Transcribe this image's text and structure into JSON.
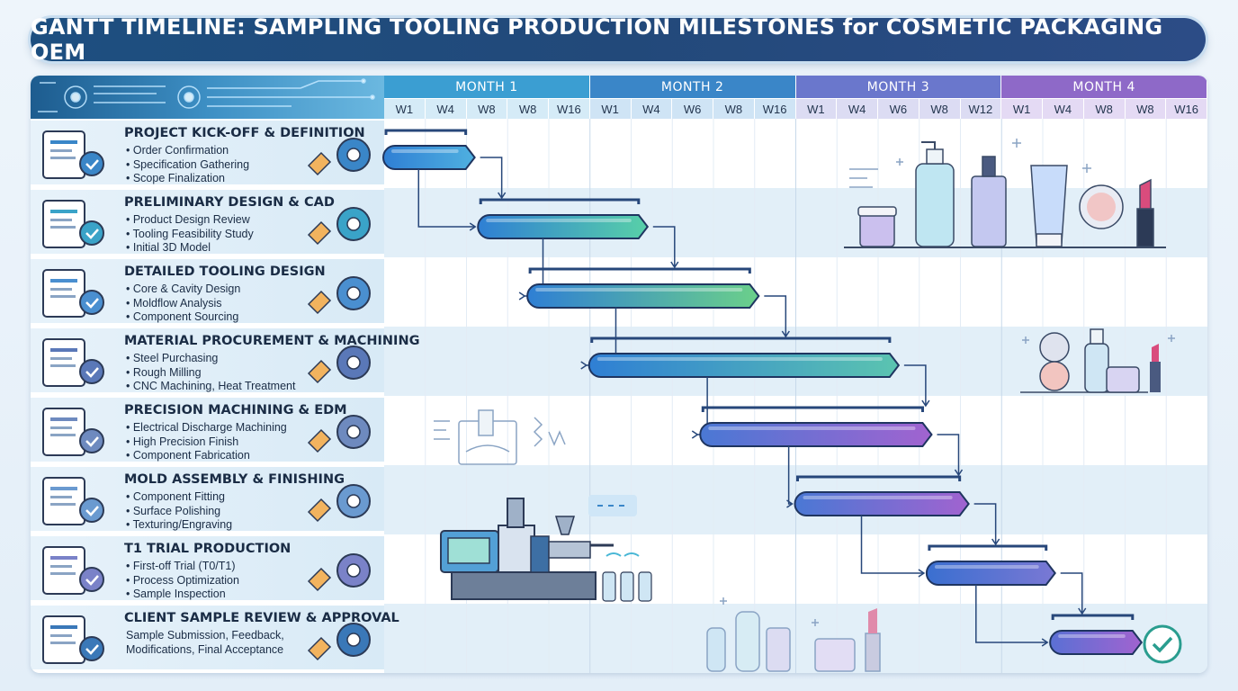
{
  "title": "GANTT TIMELINE: SAMPLING TOOLING PRODUCTION MILESTONES for COSMETIC PACKAGING OEM",
  "colors": {
    "title_bg": "#1f4d7e",
    "month1": "#3b9ed2",
    "month2": "#3a86c8",
    "month3": "#6a77cc",
    "month4": "#8e69c8",
    "bar_start": "#2f7fd4",
    "bar_mid": "#49c1a8",
    "bar_end": "#9b63cf"
  },
  "chart_data": {
    "type": "gantt",
    "months": [
      "MONTH 1",
      "MONTH 2",
      "MONTH 3",
      "MONTH 4"
    ],
    "week_labels": [
      [
        "W1",
        "W4",
        "W8",
        "W8",
        "W16"
      ],
      [
        "W1",
        "W4",
        "W6",
        "W8",
        "W16"
      ],
      [
        "W1",
        "W4",
        "W6",
        "W8",
        "W12"
      ],
      [
        "W1",
        "W4",
        "W8",
        "W8",
        "W16"
      ]
    ],
    "tasks": [
      {
        "name": "PROJECT KICK-OFF & DEFINITION",
        "details": [
          "• Order Confirmation",
          "• Specification Gathering",
          "• Scope Finalization"
        ],
        "start": 0,
        "end": 2.2
      },
      {
        "name": "PRELIMINARY DESIGN & CAD",
        "details": [
          "• Product Design Review",
          "• Tooling Feasibility Study",
          "• Initial 3D Model"
        ],
        "start": 2.3,
        "end": 6.4
      },
      {
        "name": "DETAILED TOOLING DESIGN",
        "details": [
          "• Core & Cavity Design",
          "• Moldflow Analysis",
          "• Component Sourcing"
        ],
        "start": 3.5,
        "end": 9.1
      },
      {
        "name": "MATERIAL PROCUREMENT & MACHINING",
        "details": [
          "• Steel Purchasing",
          "• Rough Milling",
          "• CNC Machining, Heat Treatment"
        ],
        "start": 5.0,
        "end": 12.5
      },
      {
        "name": "PRECISION MACHINING & EDM",
        "details": [
          "• Electrical Discharge Machining",
          "• High Precision Finish",
          "• Component Fabrication"
        ],
        "start": 7.7,
        "end": 13.3
      },
      {
        "name": "MOLD ASSEMBLY & FINISHING",
        "details": [
          "• Component Fitting",
          "• Surface Polishing",
          "• Texturing/Engraving"
        ],
        "start": 10.0,
        "end": 14.2
      },
      {
        "name": "T1 TRIAL PRODUCTION",
        "details": [
          "• First-off Trial (T0/T1)",
          "• Process Optimization",
          "• Sample Inspection"
        ],
        "start": 13.2,
        "end": 16.3
      },
      {
        "name": "CLIENT SAMPLE REVIEW & APPROVAL",
        "details": [
          "Sample Submission, Feedback,",
          "Modifications, Final Acceptance"
        ],
        "start": 16.2,
        "end": 18.4
      }
    ],
    "x_unit": "week columns (0-20)",
    "xlim": [
      0,
      20
    ]
  }
}
